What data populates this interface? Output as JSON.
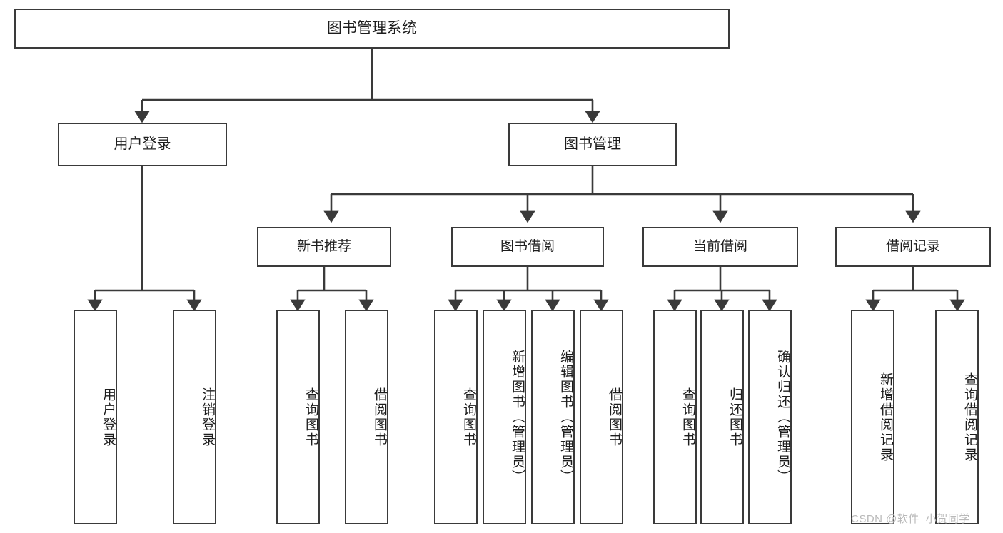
{
  "diagram": {
    "type": "tree",
    "title": "图书管理系统",
    "watermark": "CSDN @软件_小贺同学",
    "colors": {
      "box_border": "#3a3a3a",
      "box_fill": "#ffffff",
      "connector": "#3a3a3a",
      "text": "#1d1d1d",
      "watermark": "#b9b9b9",
      "background": "#ffffff"
    },
    "root": {
      "label": "图书管理系统"
    },
    "level2": [
      {
        "label": "用户登录"
      },
      {
        "label": "图书管理"
      }
    ],
    "level3": [
      {
        "label": "新书推荐"
      },
      {
        "label": "图书借阅"
      },
      {
        "label": "当前借阅"
      },
      {
        "label": "借阅记录"
      }
    ],
    "leaves": {
      "user_login": [
        {
          "label": "用户登录"
        },
        {
          "label": "注销登录"
        }
      ],
      "new_book_recommend": [
        {
          "label": "查询图书"
        },
        {
          "label": "借阅图书"
        }
      ],
      "book_borrow": [
        {
          "label": "查询图书"
        },
        {
          "label": "新增图书（管理员）"
        },
        {
          "label": "编辑图书（管理员）"
        },
        {
          "label": "借阅图书"
        }
      ],
      "current_borrow": [
        {
          "label": "查询图书"
        },
        {
          "label": "归还图书"
        },
        {
          "label": "确认归还（管理员）"
        }
      ],
      "borrow_record": [
        {
          "label": "新增借阅记录"
        },
        {
          "label": "查询借阅记录"
        }
      ]
    }
  }
}
